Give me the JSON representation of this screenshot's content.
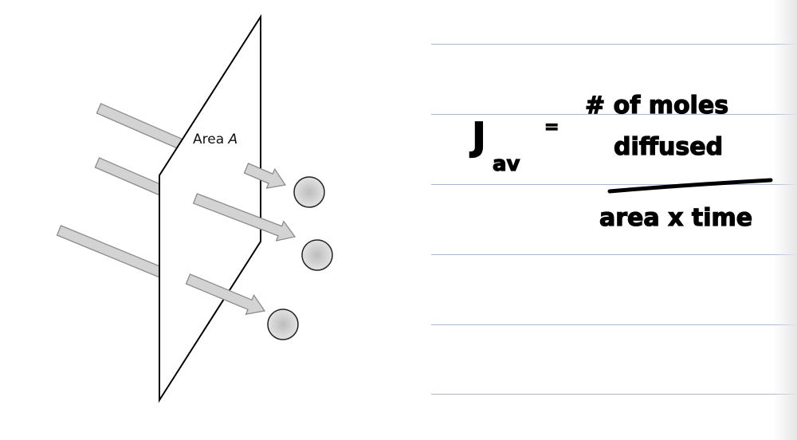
{
  "diagram": {
    "plane_label": "Area",
    "plane_label_var": "A",
    "colors": {
      "arrow_fill": "#d3d3d3",
      "arrow_stroke": "#8c8c8c",
      "particle_fill": "#c8c8c8",
      "rule_line": "#a9b8d3"
    }
  },
  "notes": {
    "lhs": "J",
    "lhs_subscript": "av",
    "equals": "=",
    "numerator_line1": "# of moles",
    "numerator_line2": "diffused",
    "denominator": "area x time"
  }
}
